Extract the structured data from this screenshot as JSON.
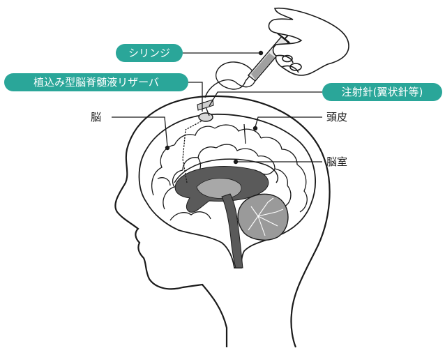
{
  "colors": {
    "accent": "#2aa699",
    "line": "#1a1a1a",
    "ventricle_dark": "#5a5a5a",
    "ventricle_light": "#a8a8a8",
    "cerebellum": "#9a9a9a"
  },
  "labels": {
    "syringe": "シリンジ",
    "reservoir": "植込み型脳脊髄液リザーバ",
    "needle": "注射針(翼状針等)",
    "brain": "脳",
    "scalp": "頭皮",
    "ventricle": "脳室"
  }
}
